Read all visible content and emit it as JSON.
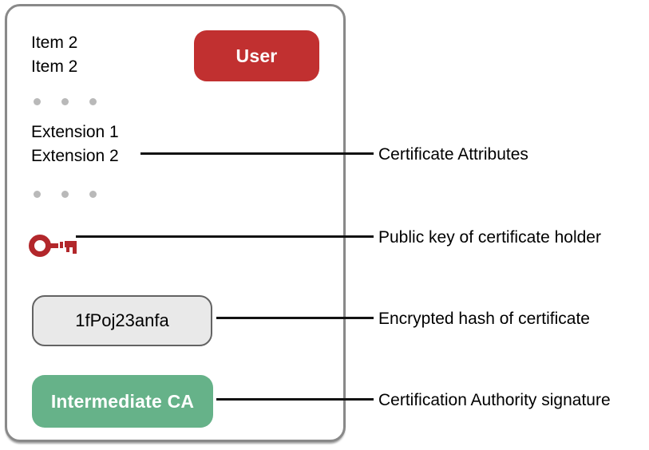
{
  "colors": {
    "card_border": "#898989",
    "user_badge": "#c13030",
    "ca_badge": "#66b289",
    "hash_box_bg": "#e9e9e9",
    "hash_box_border": "#636363",
    "key_icon": "#b2272b",
    "dot": "#b9b9b9",
    "line": "#121212",
    "text": "#000000"
  },
  "certificate": {
    "items": [
      "Item 2",
      "Item 2"
    ],
    "user_badge_label": "User",
    "extensions": [
      "Extension 1",
      "Extension 2"
    ],
    "hash_value": "1fPoj23anfa",
    "ca_badge_label": "Intermediate CA"
  },
  "callouts": [
    {
      "label": "Certificate Attributes"
    },
    {
      "label": "Public key of certificate holder"
    },
    {
      "label": "Encrypted hash of certificate"
    },
    {
      "label": "Certification Authority signature"
    }
  ]
}
